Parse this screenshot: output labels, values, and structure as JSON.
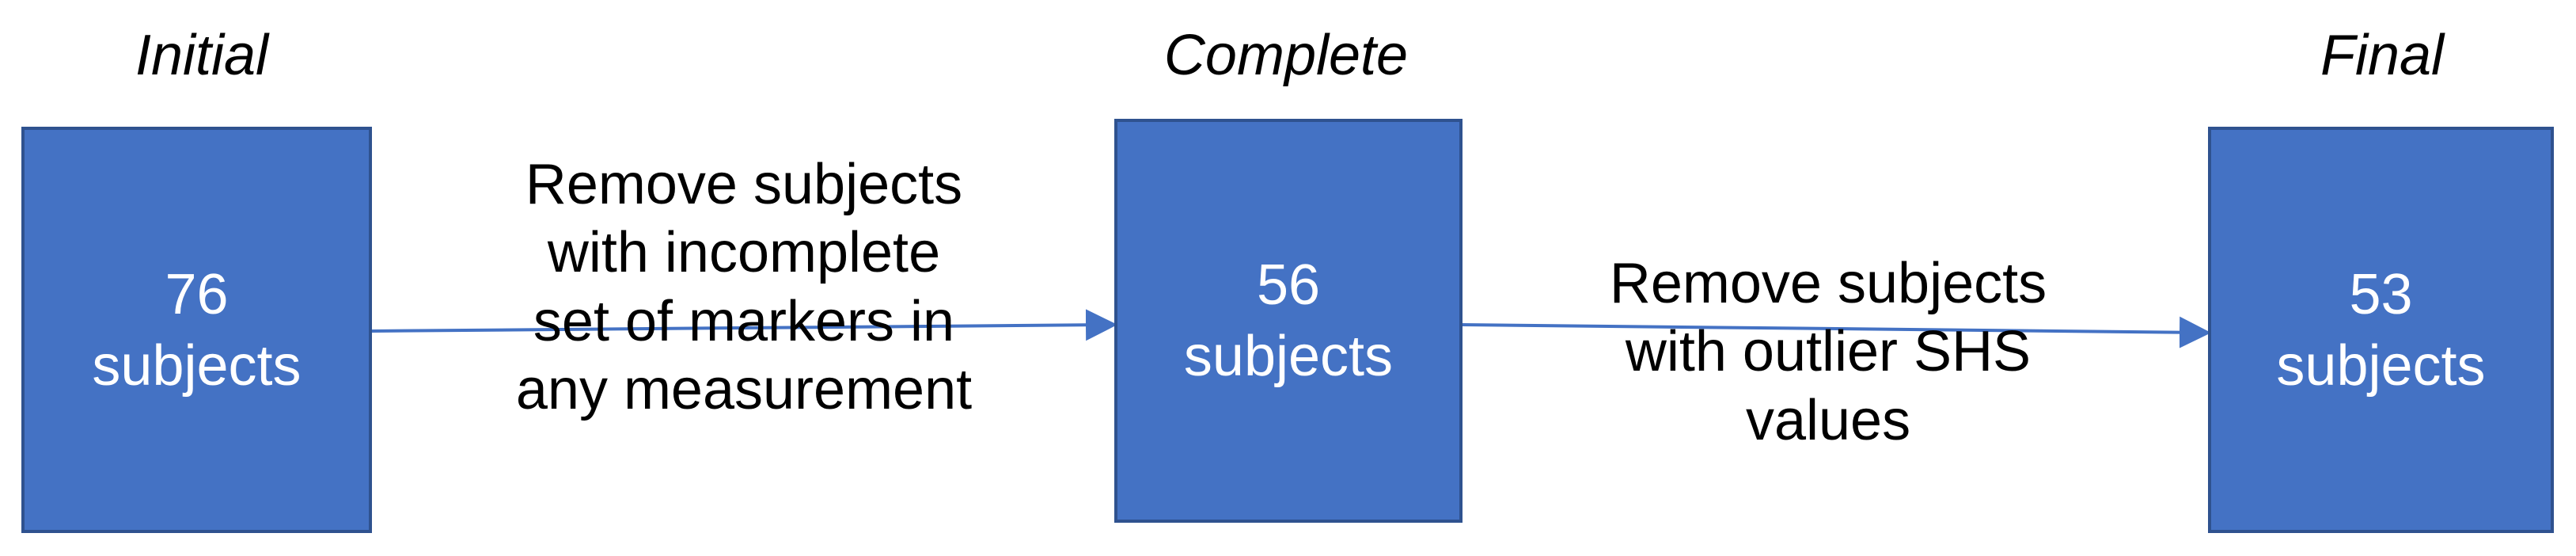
{
  "colors": {
    "box_fill": "#4472c4",
    "box_border": "#2f528f",
    "arrow": "#4472c4",
    "text_on_box": "#ffffff"
  },
  "stages": [
    {
      "label": "Initial",
      "count": "76",
      "unit": "subjects"
    },
    {
      "label": "Complete",
      "count": "56",
      "unit": "subjects"
    },
    {
      "label": "Final",
      "count": "53",
      "unit": "subjects"
    }
  ],
  "steps": [
    {
      "lines": [
        "Remove subjects",
        "with incomplete",
        "set of markers in",
        "any measurement"
      ]
    },
    {
      "lines": [
        "Remove subjects",
        "with outlier  SHS",
        "values"
      ]
    }
  ]
}
